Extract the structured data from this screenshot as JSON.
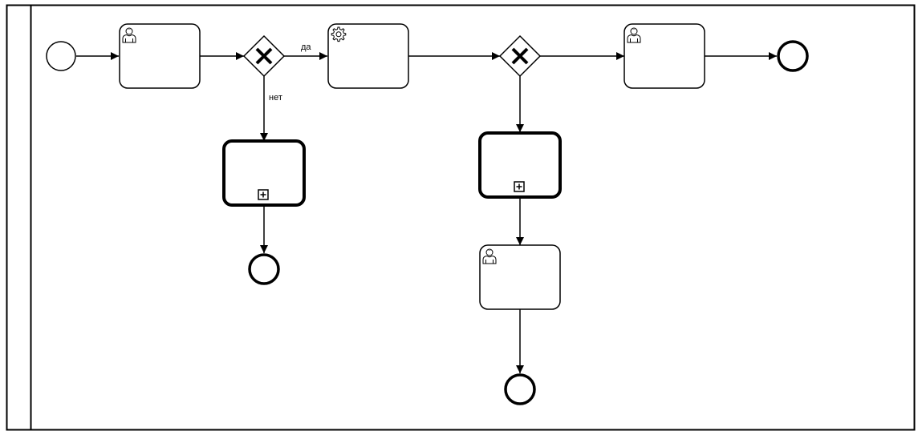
{
  "diagram": {
    "type": "bpmn-process",
    "flow_labels": {
      "yes": "да",
      "no": "нет"
    },
    "elements": [
      {
        "id": "start",
        "kind": "start-event"
      },
      {
        "id": "user-task-1",
        "kind": "user-task"
      },
      {
        "id": "gateway-1",
        "kind": "exclusive-gateway"
      },
      {
        "id": "service-task-1",
        "kind": "service-task"
      },
      {
        "id": "subprocess-1",
        "kind": "collapsed-subprocess"
      },
      {
        "id": "end-1",
        "kind": "end-event"
      },
      {
        "id": "gateway-2",
        "kind": "exclusive-gateway"
      },
      {
        "id": "subprocess-2",
        "kind": "collapsed-subprocess"
      },
      {
        "id": "user-task-2",
        "kind": "user-task"
      },
      {
        "id": "end-2",
        "kind": "end-event"
      },
      {
        "id": "user-task-3",
        "kind": "user-task"
      },
      {
        "id": "end-3",
        "kind": "end-event"
      }
    ],
    "flows": [
      {
        "from": "start",
        "to": "user-task-1",
        "label": ""
      },
      {
        "from": "user-task-1",
        "to": "gateway-1",
        "label": ""
      },
      {
        "from": "gateway-1",
        "to": "service-task-1",
        "label": "да"
      },
      {
        "from": "gateway-1",
        "to": "subprocess-1",
        "label": "нет"
      },
      {
        "from": "subprocess-1",
        "to": "end-1",
        "label": ""
      },
      {
        "from": "service-task-1",
        "to": "gateway-2",
        "label": ""
      },
      {
        "from": "gateway-2",
        "to": "subprocess-2",
        "label": ""
      },
      {
        "from": "subprocess-2",
        "to": "user-task-2",
        "label": ""
      },
      {
        "from": "user-task-2",
        "to": "end-2",
        "label": ""
      },
      {
        "from": "gateway-2",
        "to": "user-task-3",
        "label": ""
      },
      {
        "from": "user-task-3",
        "to": "end-3",
        "label": ""
      }
    ]
  }
}
